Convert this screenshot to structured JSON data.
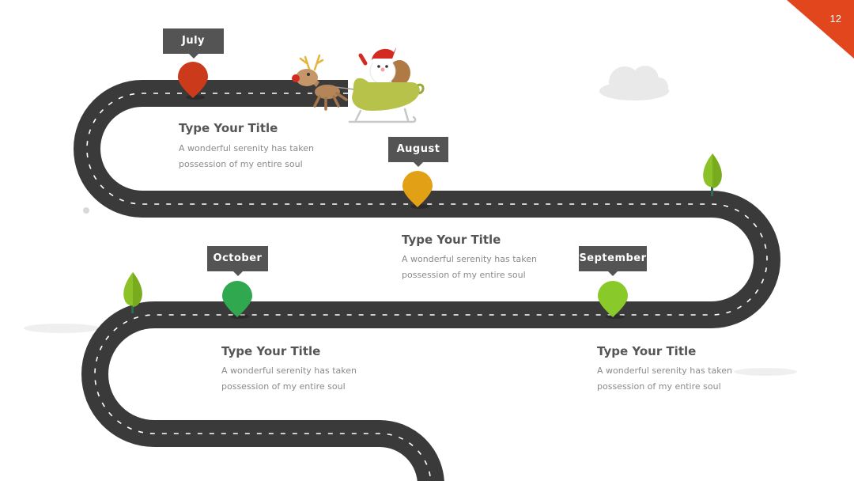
{
  "slide": {
    "page_number": "12",
    "accent_color": "#e2461c"
  },
  "road": {
    "color": "#3a3a3a",
    "dash_color": "#ffffff"
  },
  "milestones": [
    {
      "month": "July",
      "pin_color": "#cc3a1c",
      "title": "Type Your Title",
      "desc_line1": "A wonderful  serenity has taken",
      "desc_line2": "possession of my entire soul"
    },
    {
      "month": "August",
      "pin_color": "#e2a015",
      "title": "Type Your Title",
      "desc_line1": "A wonderful  serenity has taken",
      "desc_line2": "possession of my entire soul"
    },
    {
      "month": "September",
      "pin_color": "#8ac92a",
      "title": "Type Your Title",
      "desc_line1": "A wonderful  serenity has taken",
      "desc_line2": "possession of my entire soul"
    },
    {
      "month": "October",
      "pin_color": "#2fa84f",
      "title": "Type Your Title",
      "desc_line1": "A wonderful  serenity has taken",
      "desc_line2": "possession of my entire soul"
    }
  ],
  "decorations": {
    "santa": "santa-sleigh-icon",
    "trees": "tree-icon",
    "clouds": "cloud-icon"
  }
}
